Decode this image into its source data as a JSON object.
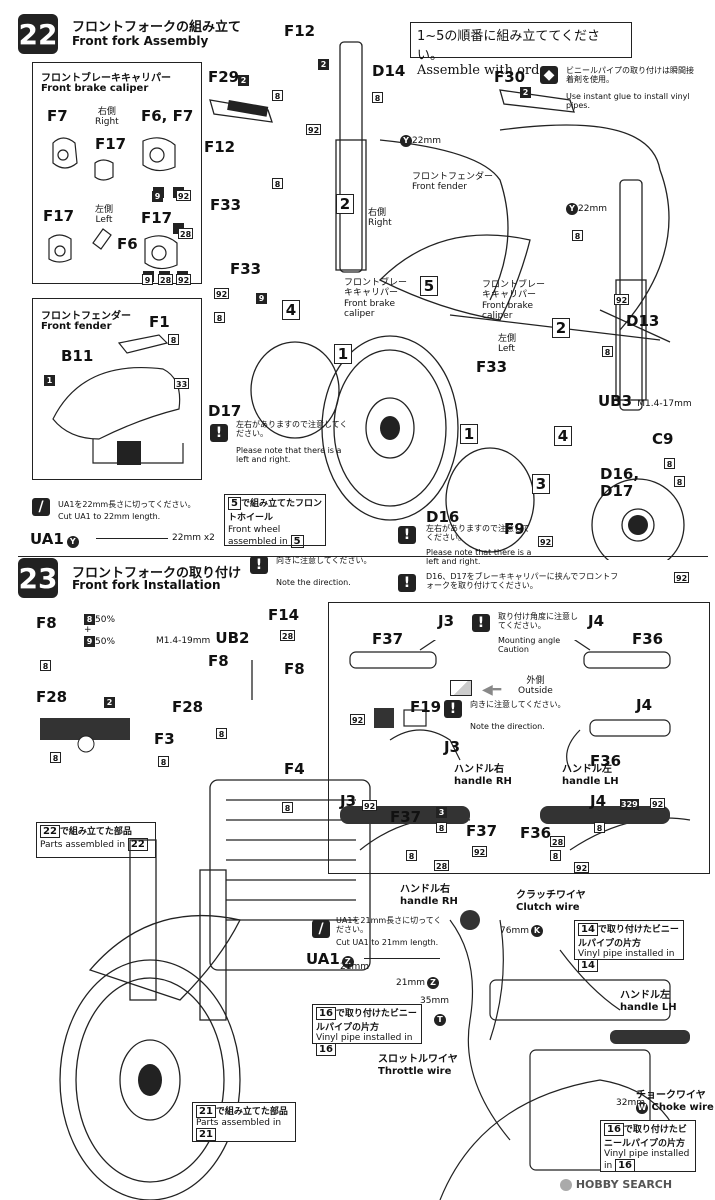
{
  "s22": {
    "num": "22",
    "title_jp": "フロントフォークの組み立て",
    "title_en": "Front fork Assembly",
    "order_note_jp": "1~5の順番に組み立ててください。",
    "order_note_en": "Assemble with order.",
    "caliper_box": {
      "title_jp": "フロントブレーキキャリパー",
      "title_en": "Front brake caliper",
      "right_jp": "右側",
      "right_en": "Right",
      "left_jp": "左側",
      "left_en": "Left",
      "parts": [
        "F7",
        "F17",
        "F6, F7",
        "F17",
        "F17",
        "F6"
      ]
    },
    "fender_box": {
      "title_jp": "フロントフェンダー",
      "title_en": "Front fender",
      "parts": [
        "F1",
        "B11"
      ]
    },
    "ua1_note_jp": "UA1を22mm長さに切ってください。",
    "ua1_note_en": "Cut UA1 to 22mm length.",
    "ua1_label": "UA1",
    "ua1_len": "22mm x2",
    "y22": "22mm",
    "labels": {
      "F12a": "F12",
      "D14": "D14",
      "F29": "F29",
      "F30": "F30",
      "F12b": "F12",
      "F33a": "F33",
      "F33b": "F33",
      "F33c": "F33",
      "D13": "D13",
      "D17": "D17",
      "UB3": "UB3",
      "UB3_spec": "M1.4-17mm",
      "C9": "C9",
      "D16D17": "D16,\nD17",
      "D16": "D16",
      "F9": "F9"
    },
    "glue_note_jp": "ビニールパイプの取り付けは瞬間接着剤を使用。",
    "glue_note_en": "Use instant glue to install vinyl pipes.",
    "right_jp": "右側",
    "right_en": "Right",
    "left_jp": "左側",
    "left_en": "Left",
    "fender_jp": "フロントフェンダー",
    "fender_en": "Front fender",
    "caliper_jp": "フロントブレーキキャリパー",
    "caliper_en": "Front brake caliper",
    "d17_note_jp": "左右がありますので注意してください。",
    "d17_note_en": "Please note that there is a left and right.",
    "wheel_tag_jp": "で組み立てたフロントホイール",
    "wheel_tag_en": "Front wheel assembled in",
    "wheel_tag_num": "5",
    "dir_note_jp": "向きに注意してください。",
    "dir_note_en": "Note the direction.",
    "d16_note_jp": "左右がありますので注意してください。",
    "d16_note_en": "Please note that there is a left and right.",
    "d16d17_note_jp": "D16、D17をブレーキキャリパーに挟んでフロントフォークを取り付けてください。"
  },
  "s23": {
    "num": "23",
    "title_jp": "フロントフォークの取り付け",
    "title_en": "Front fork Installation",
    "labels": {
      "F8a": "F8",
      "F14": "F14",
      "UB2": "UB2",
      "UB2_spec": "M1.4-19mm",
      "F8b": "F8",
      "F8c": "F8",
      "F28a": "F28",
      "F28b": "F28",
      "F3": "F3",
      "F4": "F4",
      "J3a": "J3",
      "J4a": "J4",
      "F37a": "F37",
      "F36a": "F36",
      "F19": "F19",
      "J3b": "J3",
      "J4b": "J4",
      "F36b": "F36",
      "J3c": "J3",
      "J4c": "J4",
      "F37b": "F37",
      "F37c": "F37",
      "F36c": "F36"
    },
    "pct1": "50%",
    "pct2": "50%",
    "tag22_jp": "で組み立てた部品",
    "tag22_en": "Parts assembled in",
    "tag22_num": "22",
    "tag21_jp": "で組み立てた部品",
    "tag21_en": "Parts assembled in",
    "tag21_num": "21",
    "angle_note_jp": "取り付け角度に注意してください。",
    "angle_note_en": "Mounting angle Caution",
    "outside_jp": "外側",
    "outside_en": "Outside",
    "dir_note_jp": "向きに注意してください。",
    "dir_note_en": "Note the direction.",
    "handle_rh_jp": "ハンドル右",
    "handle_rh_en": "handle RH",
    "handle_lh_jp": "ハンドル左",
    "handle_lh_en": "handle LH",
    "ua1_note_jp": "UA1を21mm長さに切ってください。",
    "ua1_note_en": "Cut UA1 to 21mm length.",
    "ua1_label": "UA1",
    "len21a": "21mm",
    "len21b": "21mm",
    "clutch_jp": "クラッチワイヤ",
    "clutch_en": "Clutch wire",
    "len76": "76mm",
    "tag14_jp": "で取り付けたビニールパイプの片方",
    "tag14_en": "Vinyl pipe installed in",
    "tag14_num": "14",
    "tag16a_jp": "で取り付けたビニールパイプの片方",
    "tag16a_en": "Vinyl pipe installed in",
    "tag16a_num": "16",
    "tag16b_jp": "で取り付けたビニールパイプの片方",
    "tag16b_en": "Vinyl pipe installed in",
    "tag16b_num": "16",
    "len35": "35mm",
    "throttle_jp": "スロットルワイヤ",
    "throttle_en": "Throttle wire",
    "len32": "32mm",
    "choke_jp": "チョークワイヤ",
    "choke_en": "Choke wire"
  },
  "watermark": "HOBBY SEARCH"
}
